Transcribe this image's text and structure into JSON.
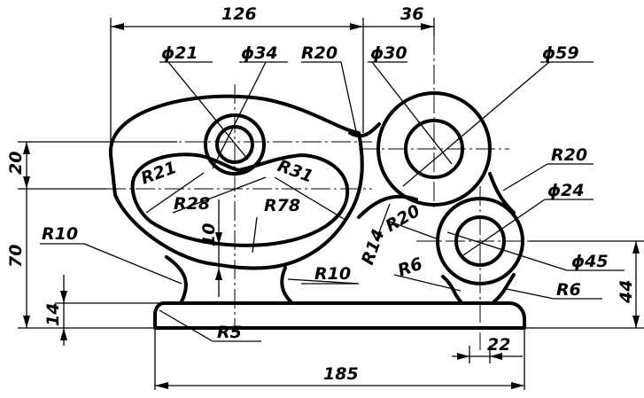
{
  "drawing": {
    "linear_dims": {
      "width_126": "126",
      "width_36": "36",
      "width_185": "185",
      "width_22": "22",
      "height_20": "20",
      "height_70": "70",
      "height_14": "14",
      "height_44": "44",
      "height_10": "10"
    },
    "diameters": {
      "d21": "ϕ21",
      "d34": "ϕ34",
      "d30": "ϕ30",
      "d59": "ϕ59",
      "d24": "ϕ24",
      "d45": "ϕ45"
    },
    "radii": {
      "r20_top": "R20",
      "r20_right": "R20",
      "r20_mid": "R20",
      "r21": "R21",
      "r28": "R28",
      "r31": "R31",
      "r78": "R78",
      "r10_left": "R10",
      "r10_mid": "R10",
      "r14": "R14",
      "r6_left": "R6",
      "r6_right": "R6",
      "r5": "R5"
    }
  }
}
